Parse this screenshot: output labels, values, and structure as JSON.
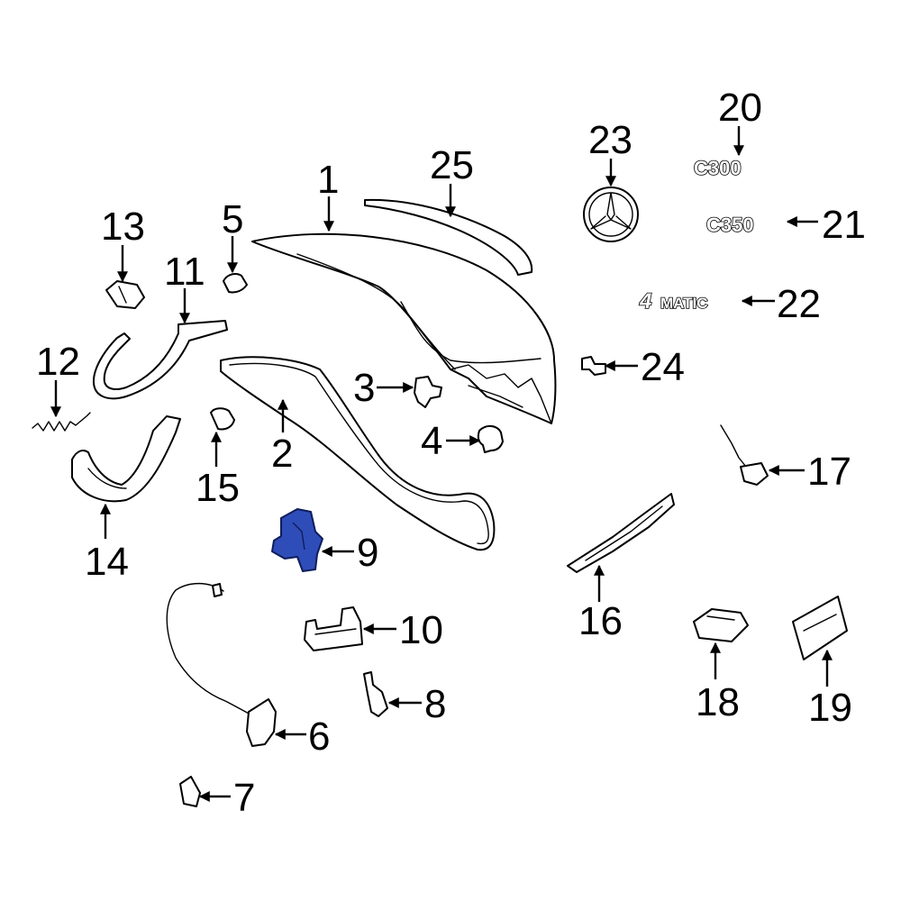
{
  "diagram": {
    "highlight_color": "#2f4db8",
    "highlighted_part": "9",
    "callouts": {
      "c1": "1",
      "c2": "2",
      "c3": "3",
      "c4": "4",
      "c5": "5",
      "c6": "6",
      "c7": "7",
      "c8": "8",
      "c9": "9",
      "c10": "10",
      "c11": "11",
      "c12": "12",
      "c13": "13",
      "c14": "14",
      "c15": "15",
      "c16": "16",
      "c17": "17",
      "c18": "18",
      "c19": "19",
      "c20": "20",
      "c21": "21",
      "c22": "22",
      "c23": "23",
      "c24": "24",
      "c25": "25"
    },
    "emblems": {
      "c300": "C300",
      "c350": "C350",
      "four": "4",
      "matic": "MATIC"
    }
  }
}
